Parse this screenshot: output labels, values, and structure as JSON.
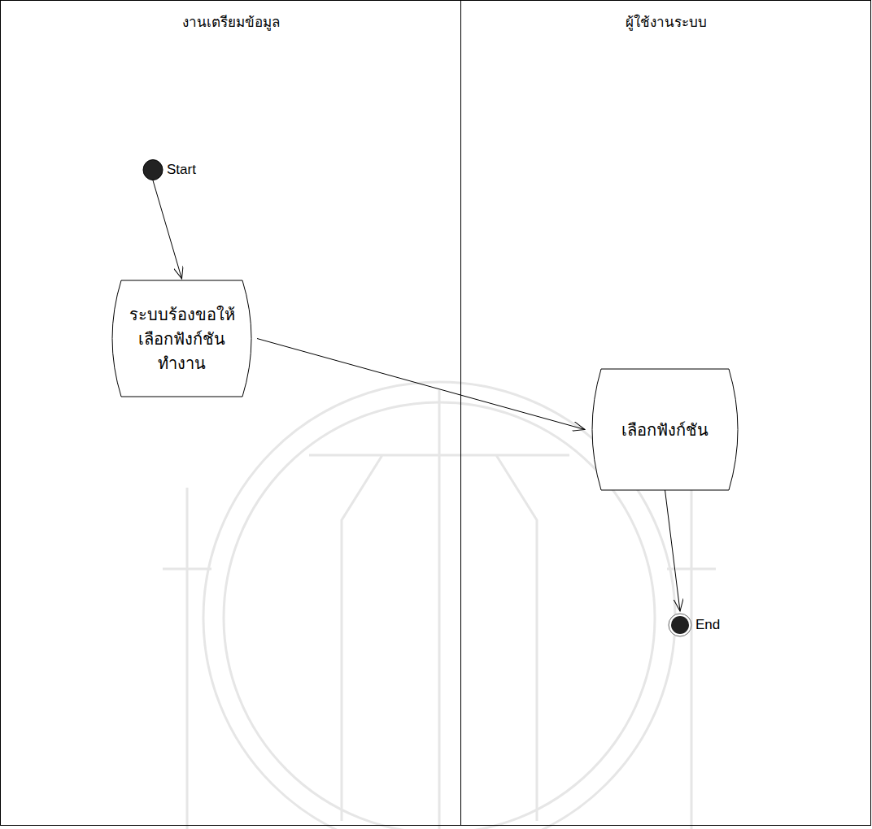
{
  "diagram": {
    "nodes": [
      {
        "text": [
          "งานเตรียมข้อมูล"
        ]
      },
      {
        "text": [
          "ผู้ใช้งานระบบ"
        ]
      },
      {
        "text": [
          "Start"
        ],
        "in": 0
      },
      {
        "text": [
          "ระบบร้องขอให้ เลือกฟังก์ชันทำงาน"
        ],
        "in": 0
      },
      {
        "text": [
          "เลือกฟังก์ชัน"
        ],
        "in": 1
      },
      {
        "text": [
          "End"
        ],
        "in": 1
      }
    ],
    "edges": [
      {
        "from": 2,
        "to": 3,
        "arrow": "to"
      },
      {
        "from": 3,
        "to": 4,
        "arrow": "to"
      },
      {
        "from": 4,
        "to": 5,
        "arrow": "to"
      }
    ]
  }
}
